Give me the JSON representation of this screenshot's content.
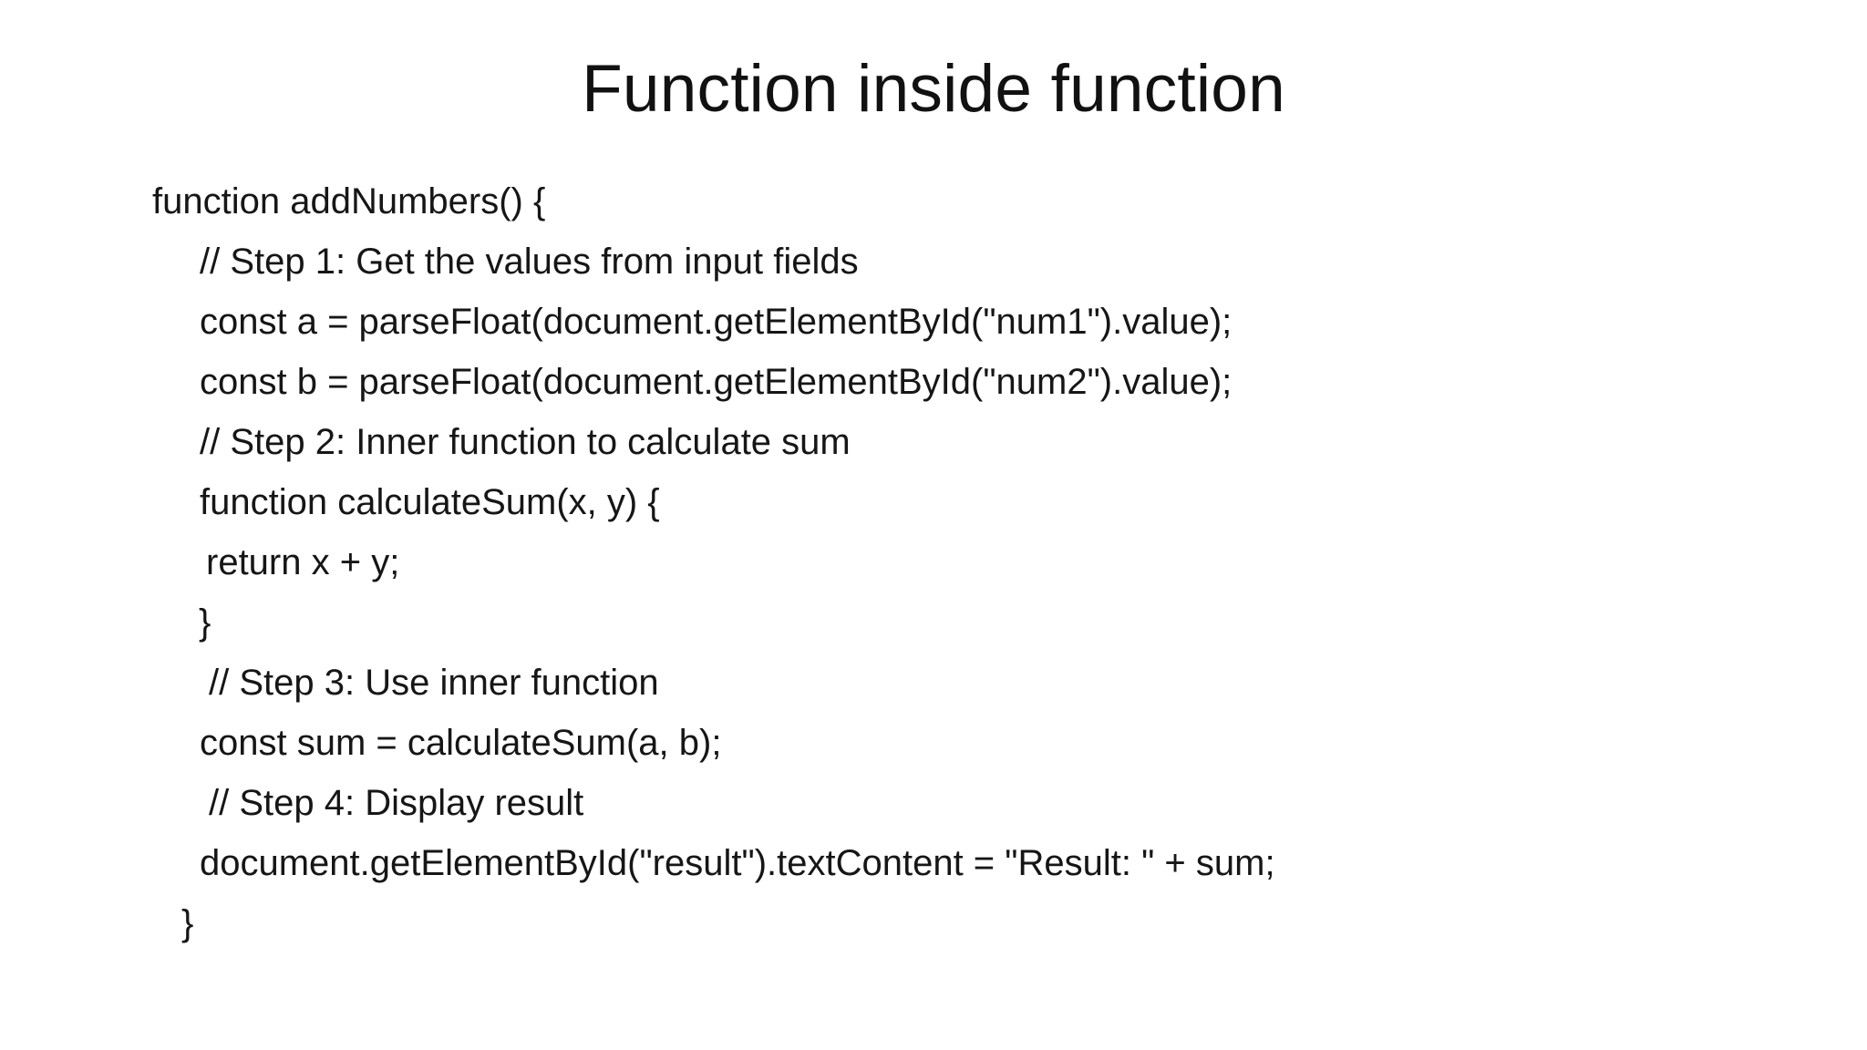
{
  "slide": {
    "title": "Function inside function",
    "background_color": "#ffffff",
    "text_color": "#161616",
    "code": {
      "lines": [
        {
          "text": "function addNumbers() {",
          "indent": "ind-0"
        },
        {
          "text": "// Step 1: Get the values from input fields",
          "indent": "ind-1"
        },
        {
          "text": "const a = parseFloat(document.getElementById(\"num1\").value);",
          "indent": "ind-1"
        },
        {
          "text": "const b = parseFloat(document.getElementById(\"num2\").value);",
          "indent": "ind-1"
        },
        {
          "text": "// Step 2: Inner function to calculate sum",
          "indent": "ind-1"
        },
        {
          "text": "function calculateSum(x, y) {",
          "indent": "ind-1"
        },
        {
          "text": "return x + y;",
          "indent": "ind-1b"
        },
        {
          "text": "}",
          "indent": "ind-close"
        },
        {
          "text": "// Step 3: Use inner function",
          "indent": "ind-1c"
        },
        {
          "text": "const sum = calculateSum(a, b);",
          "indent": "ind-1"
        },
        {
          "text": "// Step 4: Display result",
          "indent": "ind-1c"
        },
        {
          "text": "document.getElementById(\"result\").textContent = \"Result: \" + sum;",
          "indent": "ind-1"
        },
        {
          "text": "}",
          "indent": "ind-outer-close"
        }
      ]
    }
  }
}
